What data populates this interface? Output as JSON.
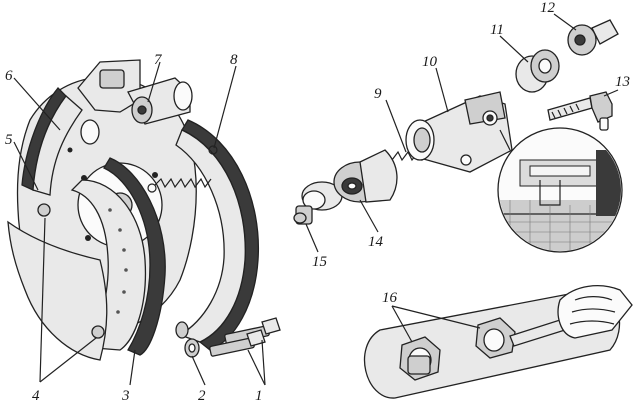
{
  "figure": {
    "callouts": [
      "1",
      "2",
      "3",
      "4",
      "5",
      "6",
      "7",
      "8",
      "9",
      "10",
      "11",
      "12",
      "13",
      "14",
      "15",
      "16"
    ]
  }
}
